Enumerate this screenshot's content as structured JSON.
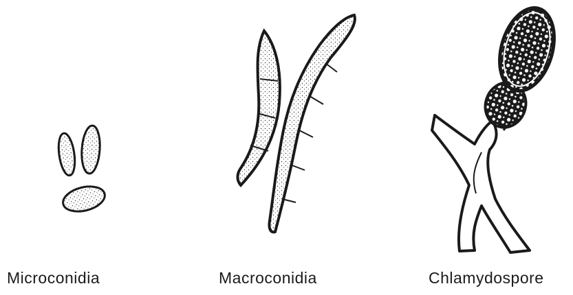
{
  "labels": {
    "microconidia": "Microconidia",
    "macroconidia": "Macroconidia",
    "chlamydospore": "Chlamydospore"
  },
  "colors": {
    "ink": "#1a1a1a",
    "background": "#ffffff"
  }
}
